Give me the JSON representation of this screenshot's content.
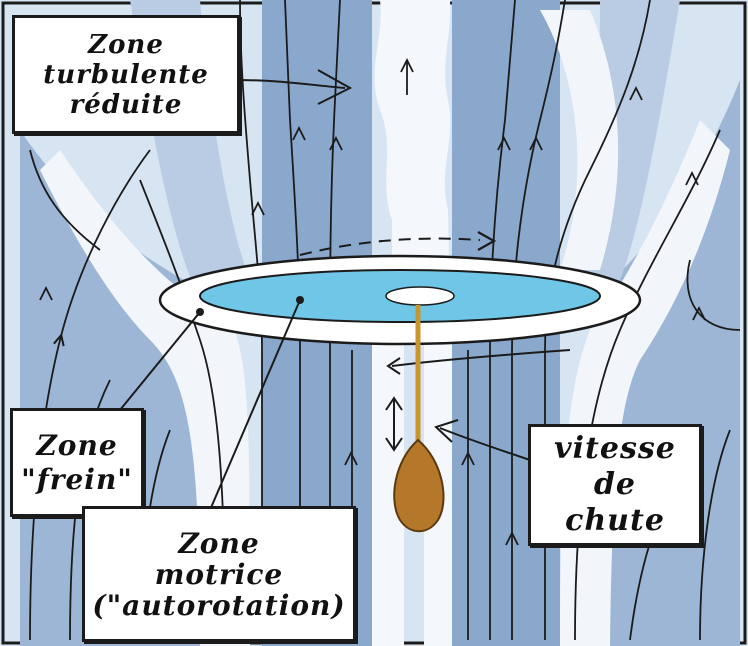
{
  "diagram": {
    "labels": {
      "turbulent_zone": [
        "Zone",
        "turbulente",
        "réduite"
      ],
      "brake_zone": [
        "Zone",
        "\"frein\""
      ],
      "driving_zone": [
        "Zone",
        "motrice",
        "(\"autorotation)"
      ],
      "fall_speed": [
        "vitesse de",
        "chute"
      ]
    },
    "colors": {
      "sky_light": "#d7e4f2",
      "flow_band_dark": "#7f9fc7",
      "flow_band_mid": "#a8bedb",
      "disc_cyan": "#6fc6e6",
      "seed_brown": "#b5772a",
      "outline": "#1b1b1b"
    }
  }
}
